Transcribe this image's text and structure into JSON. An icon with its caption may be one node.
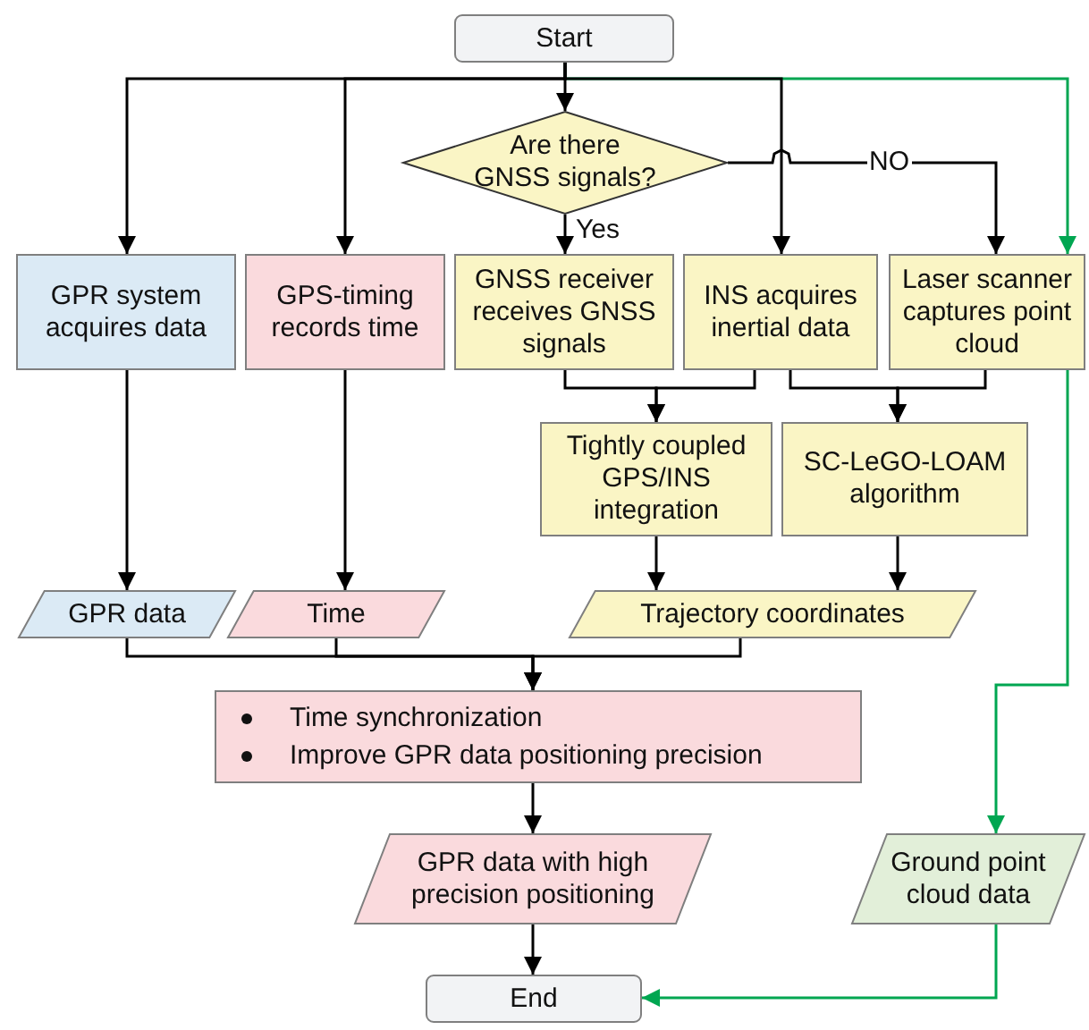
{
  "diagram": {
    "nodes": [
      {
        "text": [
          "Start"
        ]
      },
      {
        "text": [
          "Are there GNSS signals?"
        ]
      },
      {
        "text": [
          "GPR system acquires data"
        ]
      },
      {
        "text": [
          "GPS-timing records time"
        ]
      },
      {
        "text": [
          "GNSS receiver receives GNSS signals"
        ]
      },
      {
        "text": [
          "INS acquires inertial data"
        ]
      },
      {
        "text": [
          "Laser scanner captures point cloud"
        ]
      },
      {
        "text": [
          "Tightly coupled GPS/INS integration"
        ]
      },
      {
        "text": [
          "SC-LeGO-LOAM algorithm"
        ]
      },
      {
        "text": [
          "GPR data"
        ]
      },
      {
        "text": [
          "Time"
        ]
      },
      {
        "text": [
          "Trajectory coordinates"
        ]
      },
      {
        "text": [
          "Time synchronization",
          "Improve GPR data positioning precision"
        ]
      },
      {
        "text": [
          "GPR data with high precision positioning"
        ]
      },
      {
        "text": [
          "Ground point cloud data"
        ]
      },
      {
        "text": [
          "End"
        ]
      }
    ],
    "edges": [
      {
        "from": 0,
        "to": 1,
        "arrow": "to"
      },
      {
        "from": 0,
        "to": 2,
        "arrow": "to"
      },
      {
        "from": 0,
        "to": 3,
        "arrow": "to"
      },
      {
        "from": 0,
        "to": 5,
        "arrow": "to"
      },
      {
        "from": 0,
        "to": 6,
        "arrow": "to",
        "color": "#00a651"
      },
      {
        "from": 1,
        "to": 4,
        "arrow": "to",
        "label": "Yes"
      },
      {
        "from": 1,
        "to": 6,
        "arrow": "to",
        "label": "NO"
      },
      {
        "from": 4,
        "to": 7,
        "arrow": "to"
      },
      {
        "from": 5,
        "to": 7,
        "arrow": "to"
      },
      {
        "from": 5,
        "to": 8,
        "arrow": "to"
      },
      {
        "from": 6,
        "to": 8,
        "arrow": "to"
      },
      {
        "from": 2,
        "to": 9,
        "arrow": "to"
      },
      {
        "from": 3,
        "to": 10,
        "arrow": "to"
      },
      {
        "from": 7,
        "to": 11,
        "arrow": "to"
      },
      {
        "from": 8,
        "to": 11,
        "arrow": "to"
      },
      {
        "from": 9,
        "to": 12,
        "arrow": "to"
      },
      {
        "from": 10,
        "to": 12,
        "arrow": "to"
      },
      {
        "from": 11,
        "to": 12,
        "arrow": "to"
      },
      {
        "from": 12,
        "to": 13,
        "arrow": "to"
      },
      {
        "from": 13,
        "to": 15,
        "arrow": "to"
      },
      {
        "from": 6,
        "to": 14,
        "arrow": "to",
        "color": "#00a651"
      },
      {
        "from": 14,
        "to": 15,
        "arrow": "to",
        "color": "#00a651"
      }
    ]
  }
}
